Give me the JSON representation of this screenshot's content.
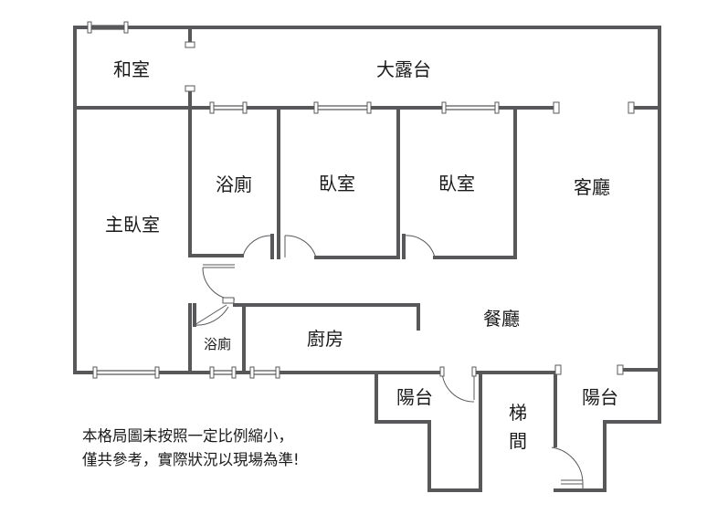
{
  "rooms": {
    "washitsu": "和室",
    "terrace": "大露台",
    "bath1": "浴廁",
    "bed2": "臥室",
    "bed3": "臥室",
    "living": "客廳",
    "master": "主臥室",
    "dining": "餐廳",
    "bath2": "浴廁",
    "kitchen": "廚房",
    "balcony1": "陽台",
    "stairs_line1": "梯",
    "stairs_line2": "間",
    "balcony2": "陽台"
  },
  "note": {
    "line1": "本格局圖未按照一定比例縮小，",
    "line2": "僅共參考，實際狀況以現場為準!"
  }
}
